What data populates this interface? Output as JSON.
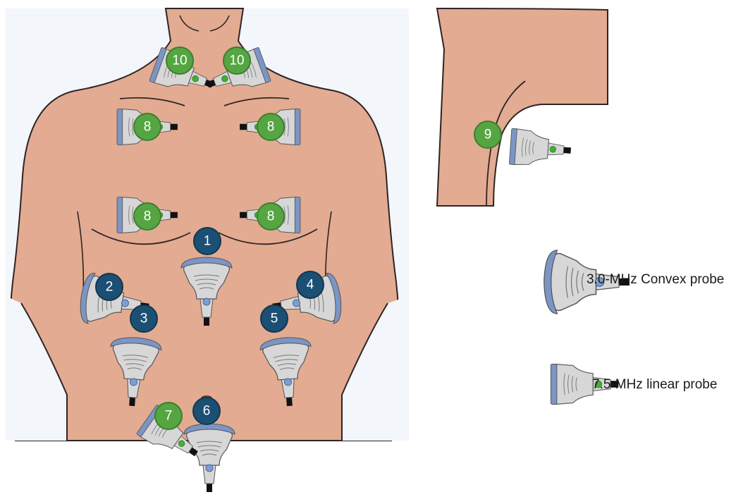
{
  "colors": {
    "skin": "#e2ab92",
    "skin_line": "#2e2424",
    "background_panel": "#f3f6fb",
    "probe_body": "#d7d7d7",
    "probe_face": "#7b95c4",
    "cable": "#111111",
    "linear_badge": "#55a642",
    "linear_badge_stroke": "#3c7e2c",
    "convex_badge": "#1c4f74",
    "convex_badge_stroke": "#13374f",
    "convex_dot": "#7f9dd0",
    "linear_dot": "#43b035"
  },
  "legend": [
    {
      "type": "convex",
      "label": "3.0-MHz Convex probe",
      "icon": "convex-probe-icon"
    },
    {
      "type": "linear",
      "label": "7.5-MHz linear probe",
      "icon": "linear-probe-icon"
    }
  ],
  "positions": [
    {
      "label": "1",
      "probe": "convex"
    },
    {
      "label": "2",
      "probe": "convex"
    },
    {
      "label": "3",
      "probe": "convex"
    },
    {
      "label": "4",
      "probe": "convex"
    },
    {
      "label": "5",
      "probe": "convex"
    },
    {
      "label": "6",
      "probe": "convex"
    },
    {
      "label": "7",
      "probe": "linear"
    },
    {
      "label": "8",
      "probe": "linear"
    },
    {
      "label": "8",
      "probe": "linear"
    },
    {
      "label": "8",
      "probe": "linear"
    },
    {
      "label": "8",
      "probe": "linear"
    },
    {
      "label": "9",
      "probe": "linear"
    },
    {
      "label": "10",
      "probe": "linear"
    },
    {
      "label": "10",
      "probe": "linear"
    }
  ]
}
